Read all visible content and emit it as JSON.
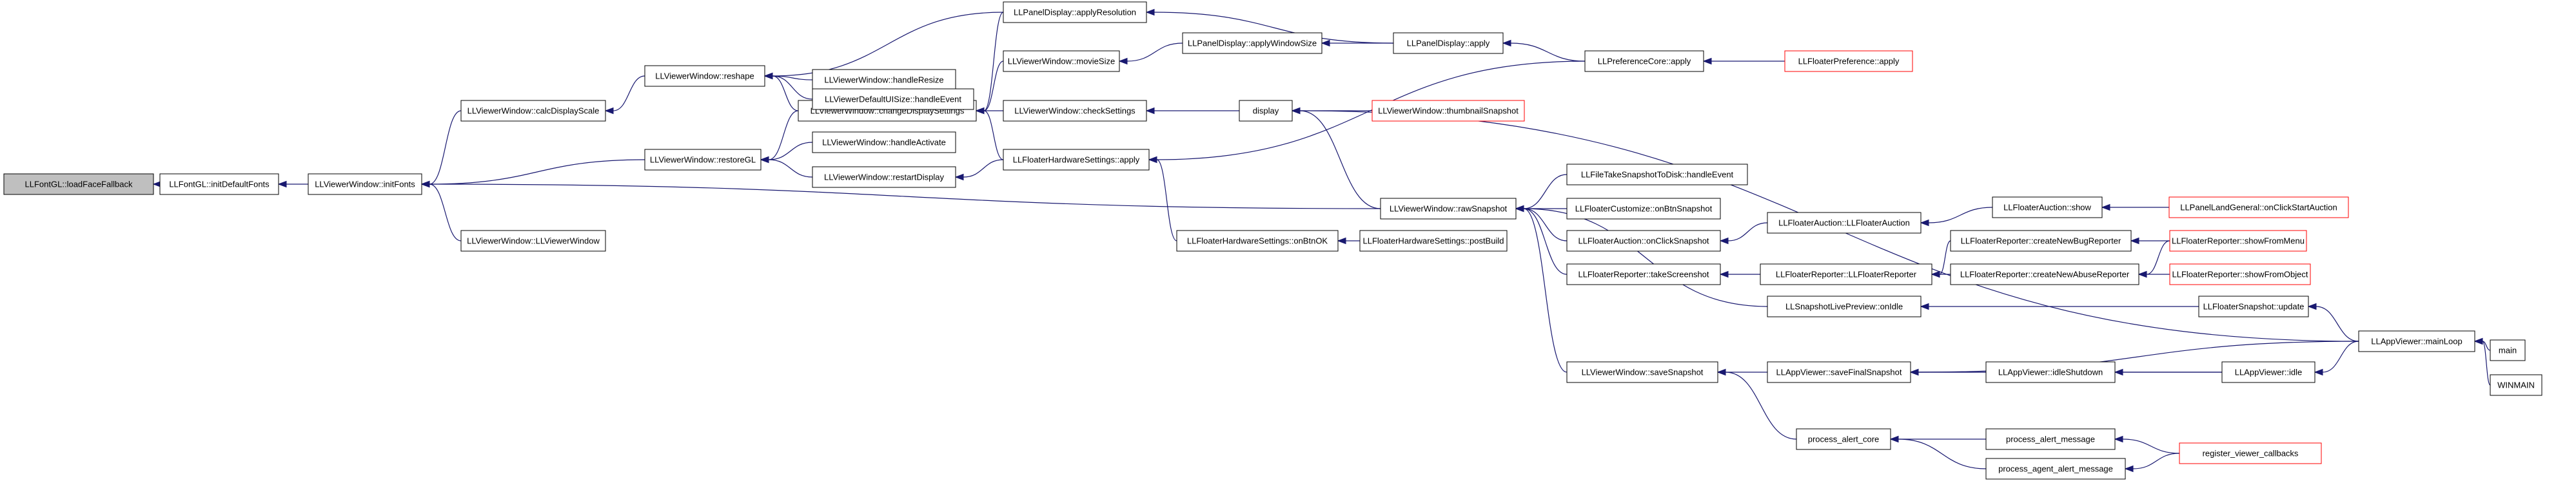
{
  "colors": {
    "edge": "#191970",
    "node_border": "#000000",
    "truncated_border": "#ff0000",
    "current_fill": "#bfbfbf",
    "background": "#ffffff"
  },
  "nodes": [
    {
      "id": "n0",
      "label": "LLFontGL::loadFaceFallback",
      "current": true
    },
    {
      "id": "n1",
      "label": "LLFontGL::initDefaultFonts"
    },
    {
      "id": "n2",
      "label": "LLViewerWindow::initFonts"
    },
    {
      "id": "n3",
      "label": "LLViewerWindow::calcDisplayScale"
    },
    {
      "id": "n4",
      "label": "LLViewerWindow::restoreGL"
    },
    {
      "id": "n5",
      "label": "LLViewerWindow::LLViewerWindow"
    },
    {
      "id": "n6",
      "label": "LLViewerWindow::reshape"
    },
    {
      "id": "n7",
      "label": "LLViewerWindow::changeDisplaySettings"
    },
    {
      "id": "n8",
      "label": "LLViewerWindow::handleActivate"
    },
    {
      "id": "n9",
      "label": "LLViewerWindow::restartDisplay"
    },
    {
      "id": "n10",
      "label": "LLViewerWindow::handleResize"
    },
    {
      "id": "n11",
      "label": "LLViewerDefaultUISize::handleEvent"
    },
    {
      "id": "n12",
      "label": "LLPanelDisplay::applyResolution"
    },
    {
      "id": "n13",
      "label": "LLViewerWindow::movieSize"
    },
    {
      "id": "n14",
      "label": "LLViewerWindow::checkSettings"
    },
    {
      "id": "n15",
      "label": "LLFloaterHardwareSettings::apply"
    },
    {
      "id": "n16",
      "label": "LLFloaterHardwareSettings::onBtnOK"
    },
    {
      "id": "n17",
      "label": "LLPanelDisplay::applyWindowSize"
    },
    {
      "id": "n18",
      "label": "LLPanelDisplay::apply"
    },
    {
      "id": "n19",
      "label": "LLFloaterHardwareSettings::postBuild"
    },
    {
      "id": "n20",
      "label": "LLPreferenceCore::apply"
    },
    {
      "id": "n21",
      "label": "LLFloaterPreference::apply",
      "truncated": true
    },
    {
      "id": "n22",
      "label": "display"
    },
    {
      "id": "n23",
      "label": "LLViewerWindow::thumbnailSnapshot",
      "truncated": true
    },
    {
      "id": "n24",
      "label": "LLViewerWindow::rawSnapshot"
    },
    {
      "id": "n25",
      "label": "LLFileTakeSnapshotToDisk::handleEvent"
    },
    {
      "id": "n26",
      "label": "LLFloaterCustomize::onBtnSnapshot"
    },
    {
      "id": "n27",
      "label": "LLFloaterAuction::onClickSnapshot"
    },
    {
      "id": "n28",
      "label": "LLFloaterReporter::takeScreenshot"
    },
    {
      "id": "n29",
      "label": "LLSnapshotLivePreview::onIdle"
    },
    {
      "id": "n30",
      "label": "LLViewerWindow::saveSnapshot"
    },
    {
      "id": "n31",
      "label": "process_alert_core"
    },
    {
      "id": "n32",
      "label": "LLFloaterAuction::LLFloaterAuction"
    },
    {
      "id": "n33",
      "label": "LLFloaterReporter::LLFloaterReporter"
    },
    {
      "id": "n34",
      "label": "LLAppViewer::saveFinalSnapshot"
    },
    {
      "id": "n35",
      "label": "LLFloaterAuction::show"
    },
    {
      "id": "n36",
      "label": "LLFloaterReporter::createNewBugReporter"
    },
    {
      "id": "n37",
      "label": "LLFloaterReporter::createNewAbuseReporter"
    },
    {
      "id": "n38",
      "label": "LLAppViewer::idleShutdown"
    },
    {
      "id": "n39",
      "label": "process_alert_message"
    },
    {
      "id": "n40",
      "label": "process_agent_alert_message"
    },
    {
      "id": "n41",
      "label": "LLPanelLandGeneral::onClickStartAuction",
      "truncated": true
    },
    {
      "id": "n42",
      "label": "LLFloaterReporter::showFromMenu",
      "truncated": true
    },
    {
      "id": "n43",
      "label": "LLFloaterReporter::showFromObject",
      "truncated": true
    },
    {
      "id": "n44",
      "label": "LLFloaterSnapshot::update"
    },
    {
      "id": "n45",
      "label": "LLAppViewer::idle"
    },
    {
      "id": "n46",
      "label": "register_viewer_callbacks",
      "truncated": true
    },
    {
      "id": "n47",
      "label": "LLAppViewer::mainLoop"
    },
    {
      "id": "n48",
      "label": "main"
    },
    {
      "id": "n49",
      "label": "WINMAIN"
    }
  ],
  "edges": [
    [
      "n1",
      "n0"
    ],
    [
      "n2",
      "n1"
    ],
    [
      "n3",
      "n2"
    ],
    [
      "n4",
      "n2"
    ],
    [
      "n5",
      "n2"
    ],
    [
      "n24",
      "n2"
    ],
    [
      "n6",
      "n3"
    ],
    [
      "n7",
      "n4"
    ],
    [
      "n8",
      "n4"
    ],
    [
      "n9",
      "n4"
    ],
    [
      "n10",
      "n6"
    ],
    [
      "n11",
      "n6"
    ],
    [
      "n7",
      "n6"
    ],
    [
      "n12",
      "n6"
    ],
    [
      "n12",
      "n7"
    ],
    [
      "n13",
      "n7"
    ],
    [
      "n14",
      "n7"
    ],
    [
      "n15",
      "n7"
    ],
    [
      "n15",
      "n9"
    ],
    [
      "n18",
      "n12"
    ],
    [
      "n17",
      "n13"
    ],
    [
      "n18",
      "n17"
    ],
    [
      "n22",
      "n14"
    ],
    [
      "n16",
      "n15"
    ],
    [
      "n20",
      "n15"
    ],
    [
      "n19",
      "n16"
    ],
    [
      "n20",
      "n18"
    ],
    [
      "n21",
      "n20"
    ],
    [
      "n23",
      "n22"
    ],
    [
      "n24",
      "n22"
    ],
    [
      "n47",
      "n22"
    ],
    [
      "n25",
      "n24"
    ],
    [
      "n26",
      "n24"
    ],
    [
      "n27",
      "n24"
    ],
    [
      "n28",
      "n24"
    ],
    [
      "n29",
      "n24"
    ],
    [
      "n30",
      "n24"
    ],
    [
      "n32",
      "n27"
    ],
    [
      "n35",
      "n32"
    ],
    [
      "n41",
      "n35"
    ],
    [
      "n33",
      "n28"
    ],
    [
      "n36",
      "n33"
    ],
    [
      "n37",
      "n33"
    ],
    [
      "n42",
      "n36"
    ],
    [
      "n42",
      "n37"
    ],
    [
      "n43",
      "n37"
    ],
    [
      "n44",
      "n29"
    ],
    [
      "n47",
      "n44"
    ],
    [
      "n34",
      "n30"
    ],
    [
      "n31",
      "n30"
    ],
    [
      "n47",
      "n34"
    ],
    [
      "n38",
      "n34"
    ],
    [
      "n45",
      "n34"
    ],
    [
      "n45",
      "n38"
    ],
    [
      "n47",
      "n45"
    ],
    [
      "n39",
      "n31"
    ],
    [
      "n40",
      "n31"
    ],
    [
      "n46",
      "n39"
    ],
    [
      "n46",
      "n40"
    ],
    [
      "n48",
      "n47"
    ],
    [
      "n49",
      "n47"
    ]
  ]
}
